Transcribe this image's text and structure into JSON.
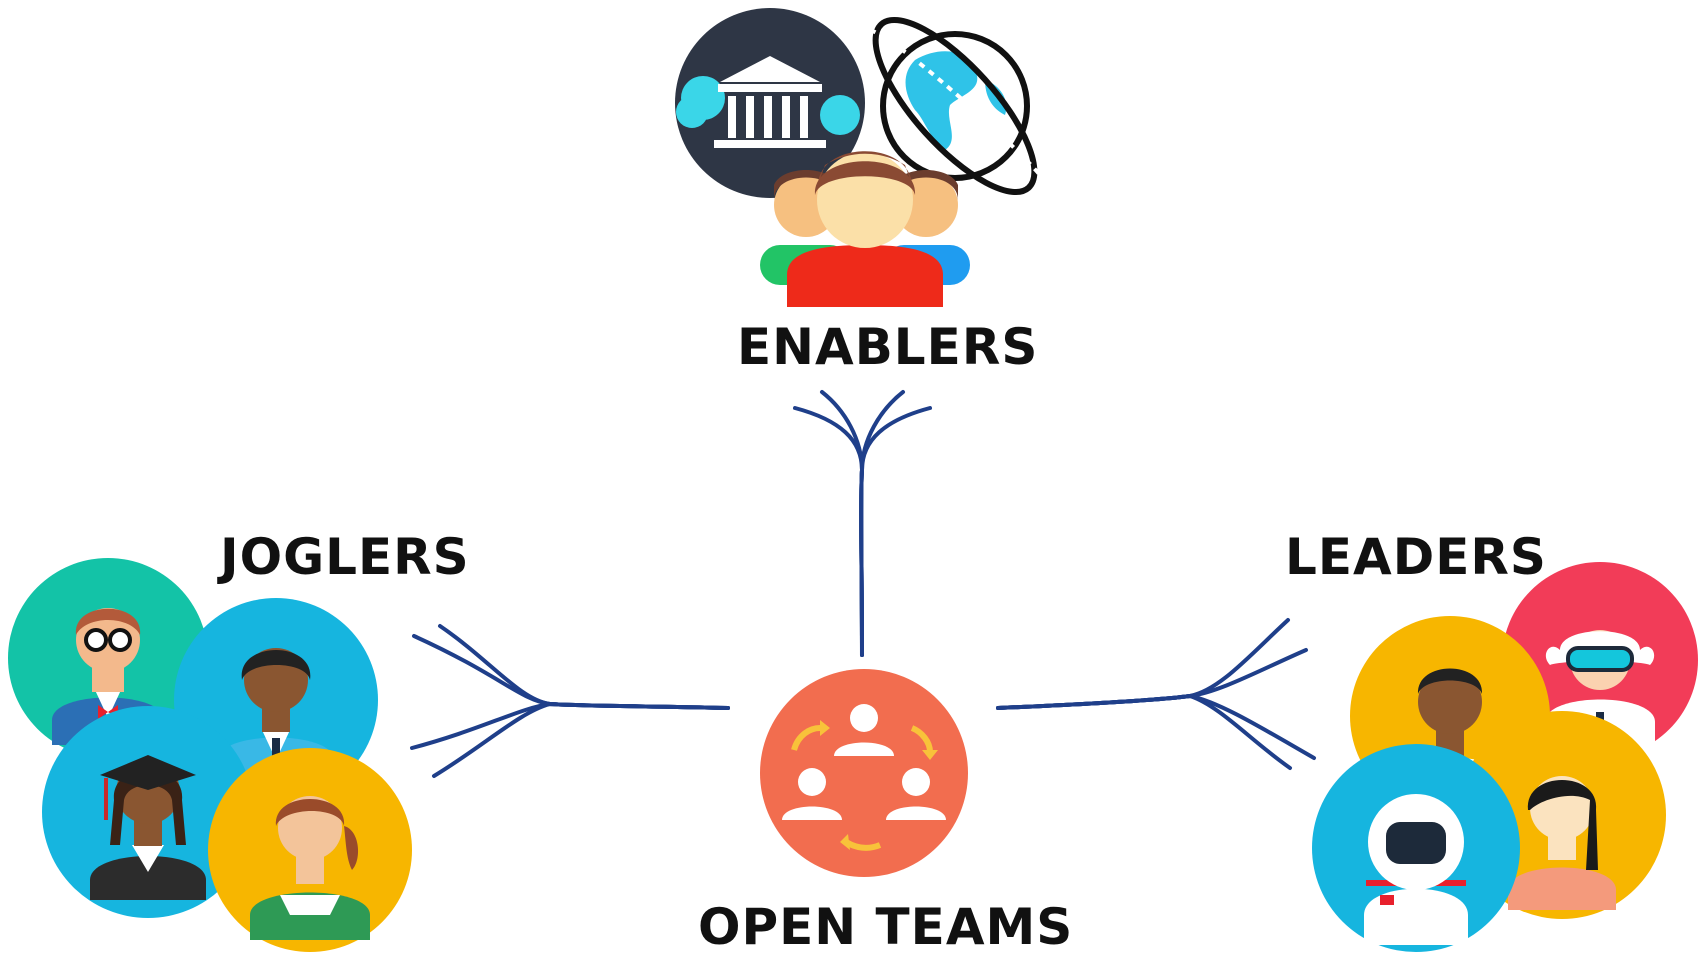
{
  "labels": {
    "enablers": "ENABLERS",
    "joglers": "JOGLERS",
    "leaders": "LEADERS",
    "open_teams": "OPEN TEAMS"
  },
  "icons": {
    "enablers": [
      "institution-icon",
      "globe-orbit-icon",
      "user-group-icon"
    ],
    "joglers": [
      "nerd-person-icon",
      "man-person-icon",
      "graduate-person-icon",
      "woman-person-icon"
    ],
    "leaders": [
      "scientist-vr-icon",
      "doctor-person-icon",
      "woman-person-icon",
      "astronaut-icon"
    ],
    "center": "team-cycle-icon"
  },
  "colors": {
    "connector": "#1f3f8a",
    "center_circle": "#f26d4f",
    "teal": "#13c3a7",
    "cyan": "#16b5df",
    "yellow": "#f7b600",
    "red": "#f23c58",
    "dark_navy": "#2e3645"
  }
}
